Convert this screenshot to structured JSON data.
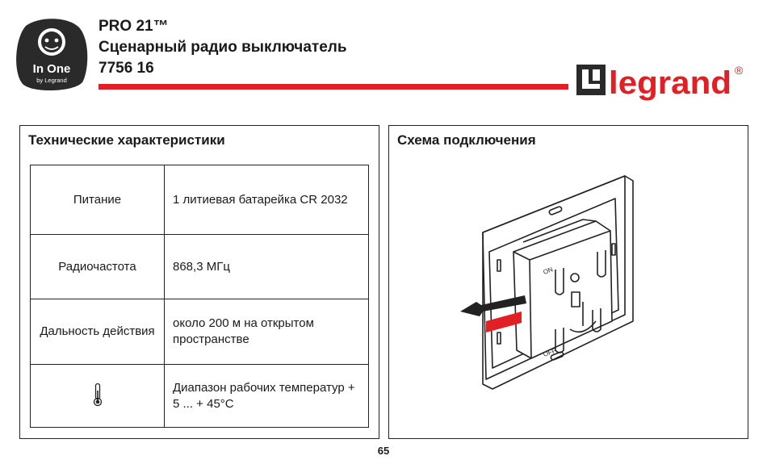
{
  "brand_badge": {
    "line1": "In One",
    "line2": "by Legrand"
  },
  "header": {
    "title": "PRO 21™",
    "subtitle": "Сценарный радио выключатель",
    "code": "7756 16"
  },
  "logo": {
    "text": "legrand",
    "registered": "®"
  },
  "specs": {
    "title": "Технические характеристики",
    "rows": [
      {
        "label": "Питание",
        "value": "1 литиевая батарейка CR 2032"
      },
      {
        "label": "Радиочастота",
        "value": "868,3 МГц"
      },
      {
        "label": "Дальность действия",
        "value": "около 200 м на открытом пространстве"
      },
      {
        "label": "",
        "icon": "thermometer-icon",
        "value": "Диапазон рабочих температур + 5 ... + 45°C"
      }
    ]
  },
  "diagram": {
    "title": "Схема подключения",
    "label_on": "ON",
    "label_off": "OFF"
  },
  "page": {
    "number": "65"
  },
  "colors": {
    "accent": "#e31f26",
    "text": "#1a1a1a",
    "border": "#222222"
  }
}
